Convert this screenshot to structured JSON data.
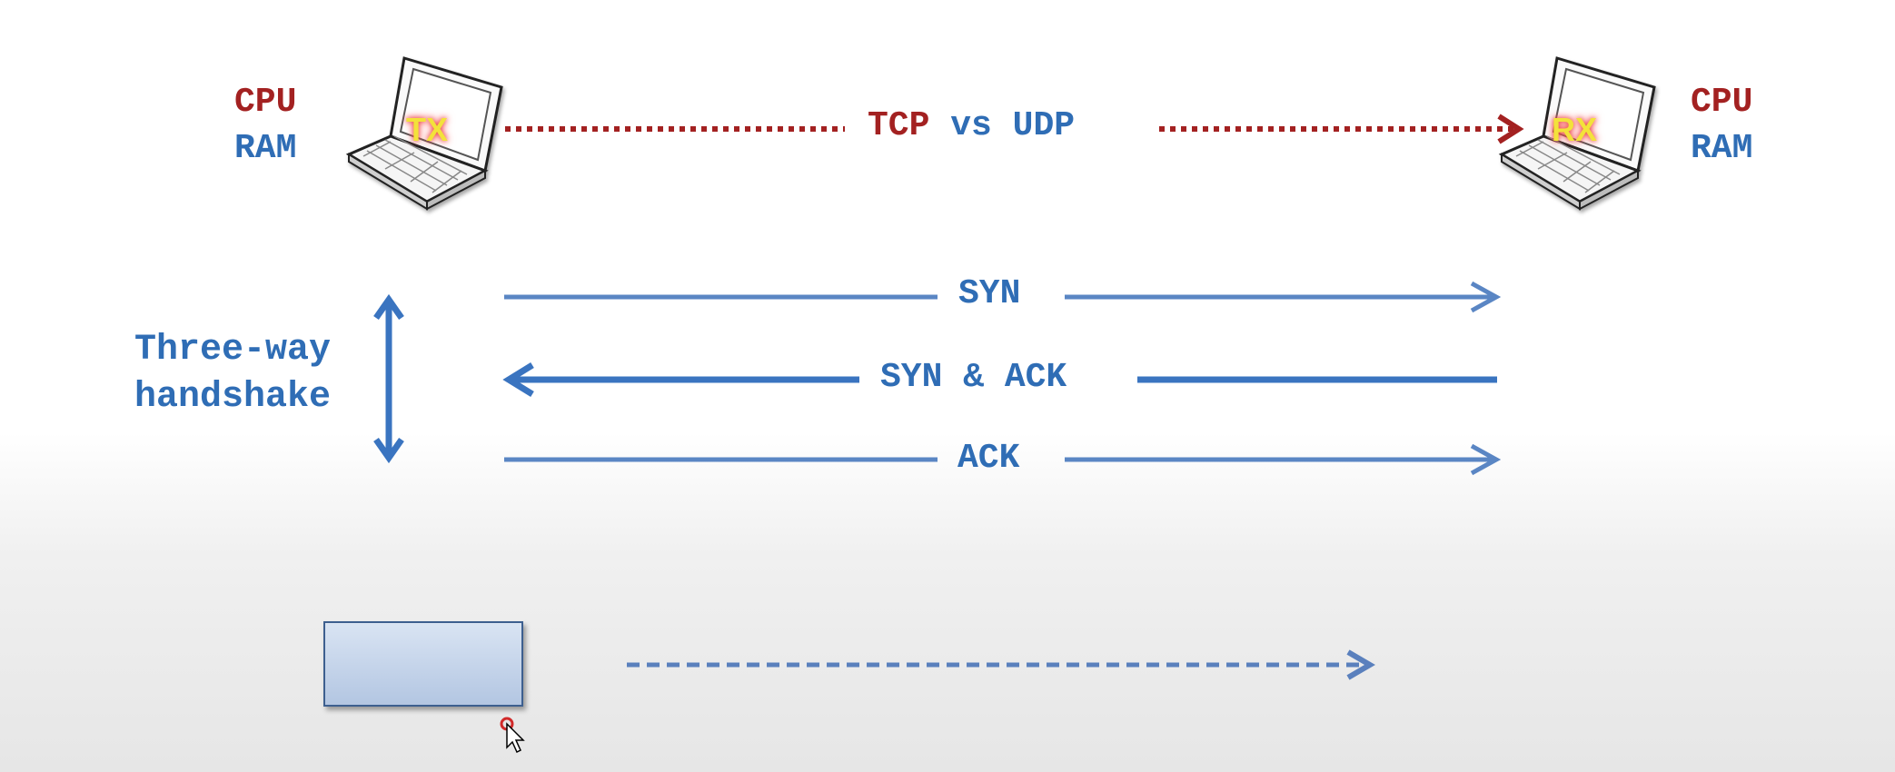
{
  "title": {
    "tcp": "TCP",
    "vs": "vs",
    "udp": "UDP"
  },
  "sender": {
    "cpu": "CPU",
    "ram": "RAM",
    "tag": "TX"
  },
  "receiver": {
    "cpu": "CPU",
    "ram": "RAM",
    "tag": "RX"
  },
  "handshake": {
    "label_line1": "Three-way",
    "label_line2": "handshake",
    "messages": [
      "SYN",
      "SYN & ACK",
      "ACK"
    ]
  },
  "colors": {
    "red": "#a32121",
    "blue": "#2f6db5",
    "arrow_blue": "#5a86c4"
  },
  "icons": [
    "laptop-icon",
    "mouse-cursor-icon"
  ]
}
